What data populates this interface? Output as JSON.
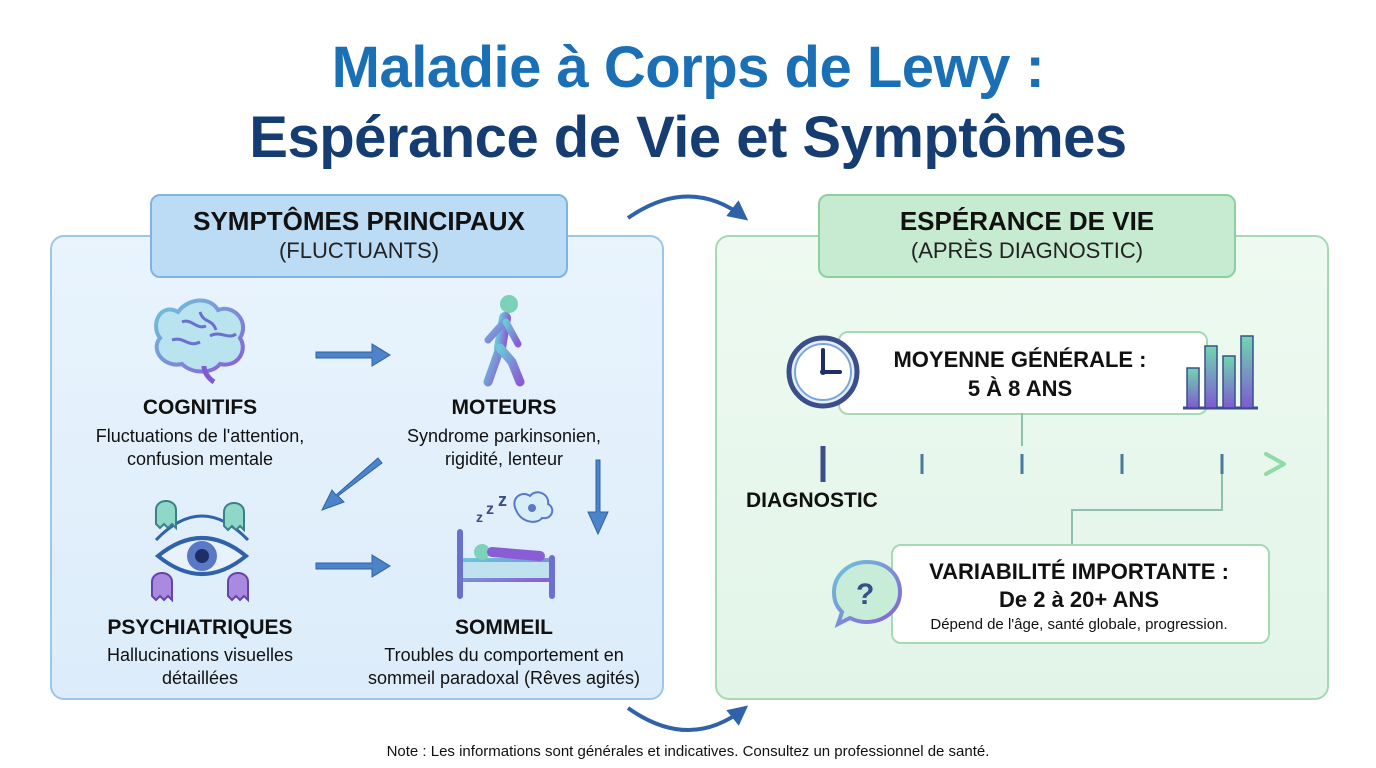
{
  "title": {
    "line1": "Maladie à Corps de Lewy :",
    "line2": "Espérance de Vie et Symptômes"
  },
  "left_panel": {
    "header": "SYMPTÔMES PRINCIPAUX",
    "subheader": "(FLUCTUANTS)",
    "symptoms": [
      {
        "title": "COGNITIFS",
        "line1": "Fluctuations de l'attention,",
        "line2": "confusion mentale",
        "icon": "brain-icon"
      },
      {
        "title": "MOTEURS",
        "line1": "Syndrome parkinsonien,",
        "line2": "rigidité, lenteur",
        "icon": "walking-person-icon"
      },
      {
        "title": "PSYCHIATRIQUES",
        "line1": "Hallucinations visuelles",
        "line2": "détaillées",
        "icon": "eye-ghosts-icon"
      },
      {
        "title": "SOMMEIL",
        "line1": "Troubles du comportement en",
        "line2": "sommeil paradoxal (Rêves agités)",
        "icon": "sleeping-bed-icon"
      }
    ]
  },
  "right_panel": {
    "header": "ESPÉRANCE DE VIE",
    "subheader": "(APRÈS DIAGNOSTIC)",
    "average": {
      "line1": "MOYENNE GÉNÉRALE :",
      "line2": "5 À 8 ANS",
      "icon": "clock-icon",
      "chart_icon": "bar-chart-icon"
    },
    "timeline_label": "DIAGNOSTIC",
    "variability": {
      "line1": "VARIABILITÉ IMPORTANTE :",
      "line2": "De 2 à 20+ ANS",
      "line3": "Dépend de l'âge, santé globale, progression.",
      "icon": "question-bubble-icon"
    }
  },
  "note": "Note : Les informations sont générales et indicatives. Consultez un professionnel de santé.",
  "colors": {
    "title_blue": "#1a6fb5",
    "title_navy": "#163d72",
    "blue_panel": "#dcecfa",
    "green_panel": "#e2f4e8",
    "arrow": "#2f62a8"
  }
}
